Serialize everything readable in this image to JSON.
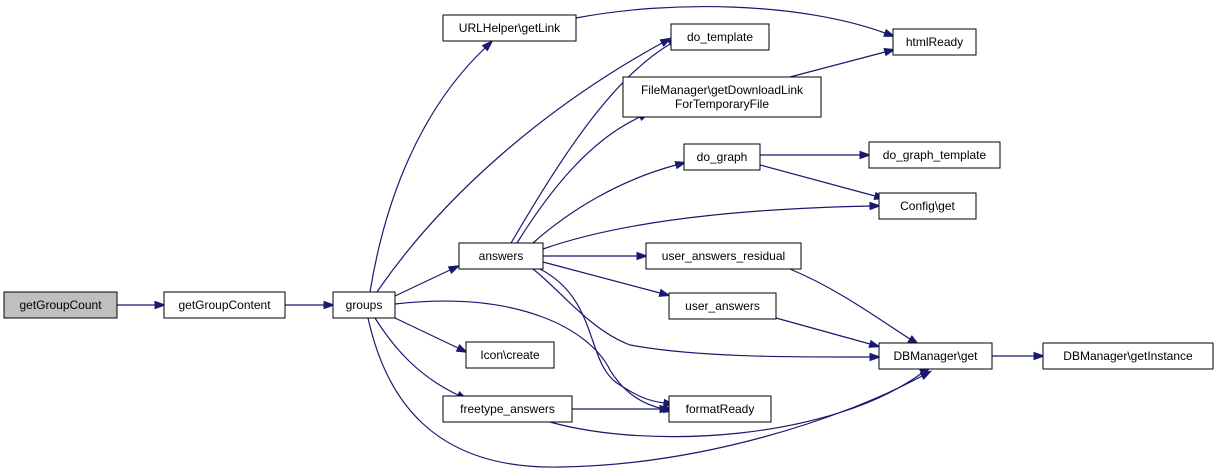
{
  "graph": {
    "colors": {
      "edge": "#191970",
      "node_fill": "#ffffff",
      "root_fill": "#bfbfbf",
      "border": "#000000"
    },
    "nodes": [
      {
        "id": "getGroupCount",
        "label": "getGroupCount",
        "root": true
      },
      {
        "id": "getGroupContent",
        "label": "getGroupContent"
      },
      {
        "id": "groups",
        "label": "groups"
      },
      {
        "id": "urlhelper",
        "label": "URLHelper\\getLink"
      },
      {
        "id": "do_template",
        "label": "do_template"
      },
      {
        "id": "htmlReady",
        "label": "htmlReady"
      },
      {
        "id": "filemanager",
        "label": "FileManager\\getDownloadLink",
        "label2": "ForTemporaryFile"
      },
      {
        "id": "do_graph",
        "label": "do_graph"
      },
      {
        "id": "do_graph_template",
        "label": "do_graph_template"
      },
      {
        "id": "config_get",
        "label": "Config\\get"
      },
      {
        "id": "answers",
        "label": "answers"
      },
      {
        "id": "user_answers_residual",
        "label": "user_answers_residual"
      },
      {
        "id": "user_answers",
        "label": "user_answers"
      },
      {
        "id": "dbmanager_get",
        "label": "DBManager\\get"
      },
      {
        "id": "dbmanager_getinstance",
        "label": "DBManager\\getInstance"
      },
      {
        "id": "icon_create",
        "label": "Icon\\create"
      },
      {
        "id": "freetype_answers",
        "label": "freetype_answers"
      },
      {
        "id": "formatReady",
        "label": "formatReady"
      }
    ],
    "edges": [
      {
        "from": "getGroupCount",
        "to": "getGroupContent"
      },
      {
        "from": "getGroupContent",
        "to": "groups"
      },
      {
        "from": "groups",
        "to": "urlhelper"
      },
      {
        "from": "groups",
        "to": "do_template"
      },
      {
        "from": "groups",
        "to": "answers"
      },
      {
        "from": "groups",
        "to": "icon_create"
      },
      {
        "from": "groups",
        "to": "freetype_answers"
      },
      {
        "from": "groups",
        "to": "formatReady"
      },
      {
        "from": "groups",
        "to": "dbmanager_get"
      },
      {
        "from": "urlhelper",
        "to": "htmlReady"
      },
      {
        "from": "filemanager",
        "to": "htmlReady"
      },
      {
        "from": "answers",
        "to": "do_template"
      },
      {
        "from": "answers",
        "to": "filemanager"
      },
      {
        "from": "answers",
        "to": "do_graph"
      },
      {
        "from": "answers",
        "to": "config_get"
      },
      {
        "from": "answers",
        "to": "user_answers_residual"
      },
      {
        "from": "answers",
        "to": "user_answers"
      },
      {
        "from": "answers",
        "to": "dbmanager_get"
      },
      {
        "from": "answers",
        "to": "formatReady"
      },
      {
        "from": "do_graph",
        "to": "do_graph_template"
      },
      {
        "from": "do_graph",
        "to": "config_get"
      },
      {
        "from": "user_answers_residual",
        "to": "dbmanager_get"
      },
      {
        "from": "user_answers",
        "to": "dbmanager_get"
      },
      {
        "from": "dbmanager_get",
        "to": "dbmanager_getinstance"
      },
      {
        "from": "freetype_answers",
        "to": "formatReady"
      },
      {
        "from": "freetype_answers",
        "to": "dbmanager_get"
      }
    ]
  }
}
